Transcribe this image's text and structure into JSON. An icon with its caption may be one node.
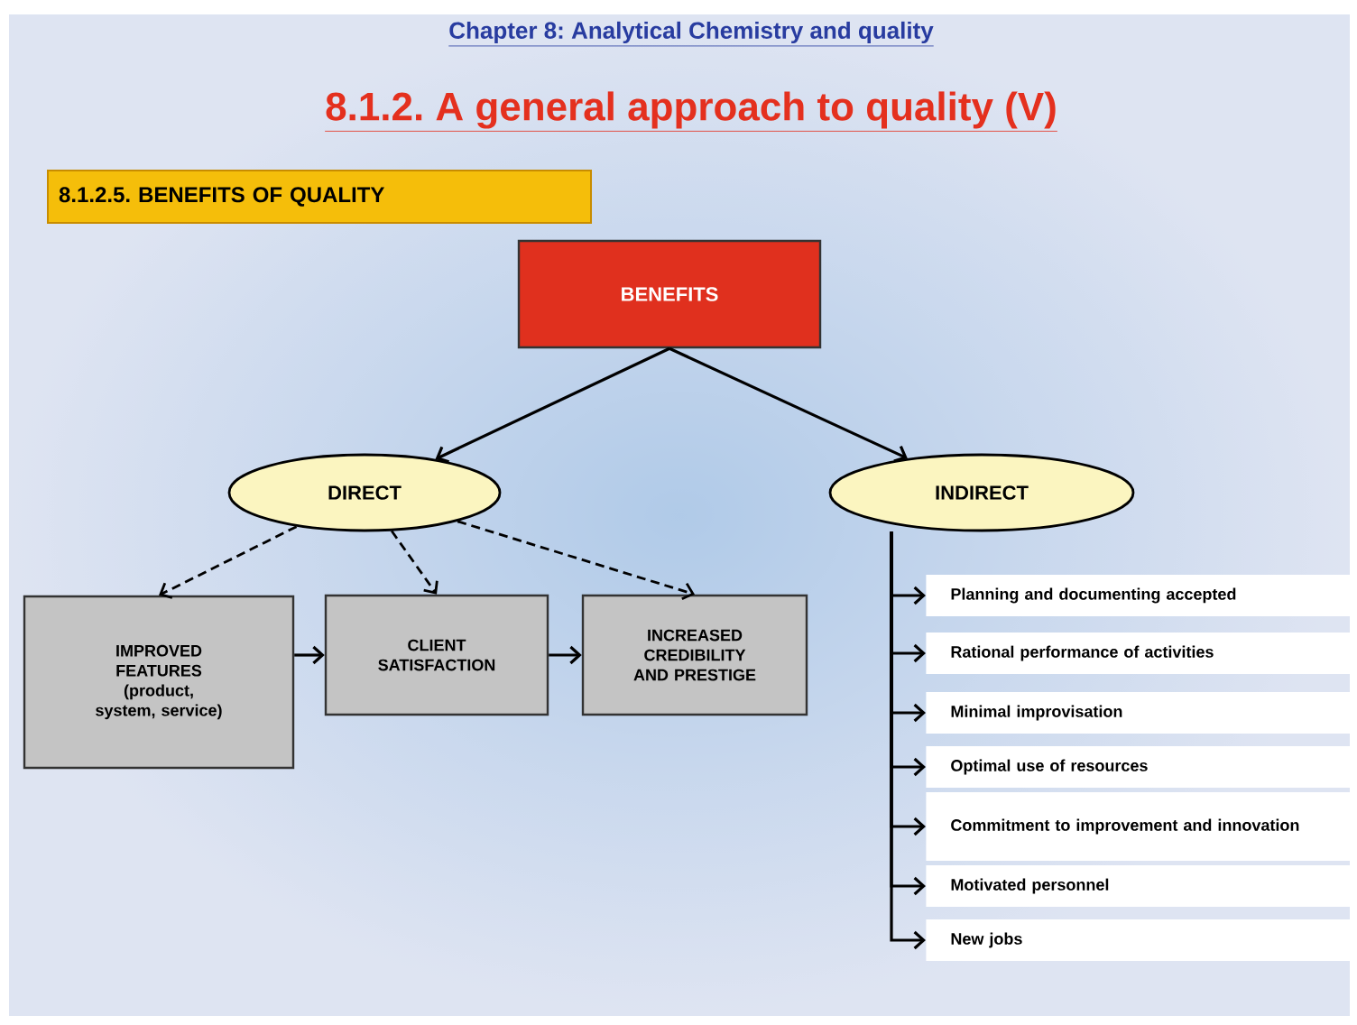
{
  "diagram": {
    "title": "8.1.2. A general approach to quality (V)",
    "nodes": [
      {
        "text": [
          "BENEFITS"
        ]
      },
      {
        "text": [
          "DIRECT"
        ]
      },
      {
        "text": [
          "INDIRECT"
        ]
      },
      {
        "text": [
          "IMPROVED FEATURES",
          "(product, system, service)"
        ]
      },
      {
        "text": [
          "CLIENT SATISFACTION"
        ]
      },
      {
        "text": [
          "INCREASED CREDIBILITY AND PRESTIGE"
        ]
      },
      {
        "text": [
          "Planning and documenting accepted"
        ]
      },
      {
        "text": [
          "Rational performance of activities"
        ]
      },
      {
        "text": [
          "Minimal improvisation"
        ]
      },
      {
        "text": [
          "Optimal use of resources"
        ]
      },
      {
        "text": [
          "Commitment to improvement and innovation"
        ]
      },
      {
        "text": [
          "Motivated personnel"
        ]
      },
      {
        "text": [
          "New jobs"
        ]
      }
    ],
    "edges": [
      {
        "from": 0,
        "to": 1,
        "arrow": "to"
      },
      {
        "from": 0,
        "to": 2,
        "arrow": "to"
      },
      {
        "from": 1,
        "to": 3,
        "arrow": "to",
        "style": "dashed"
      },
      {
        "from": 1,
        "to": 4,
        "arrow": "to",
        "style": "dashed"
      },
      {
        "from": 1,
        "to": 5,
        "arrow": "to",
        "style": "dashed"
      },
      {
        "from": 3,
        "to": 4,
        "arrow": "to"
      },
      {
        "from": 4,
        "to": 5,
        "arrow": "to"
      },
      {
        "from": 2,
        "to": 6,
        "arrow": "to"
      },
      {
        "from": 2,
        "to": 7,
        "arrow": "to"
      },
      {
        "from": 2,
        "to": 8,
        "arrow": "to"
      },
      {
        "from": 2,
        "to": 9,
        "arrow": "to"
      },
      {
        "from": 2,
        "to": 10,
        "arrow": "to"
      },
      {
        "from": 2,
        "to": 11,
        "arrow": "to"
      },
      {
        "from": 2,
        "to": 12,
        "arrow": "to"
      }
    ],
    "labels": [
      "Chapter 8: Analytical Chemistry and quality",
      "8.1.2.5. BENEFITS OF QUALITY"
    ]
  }
}
